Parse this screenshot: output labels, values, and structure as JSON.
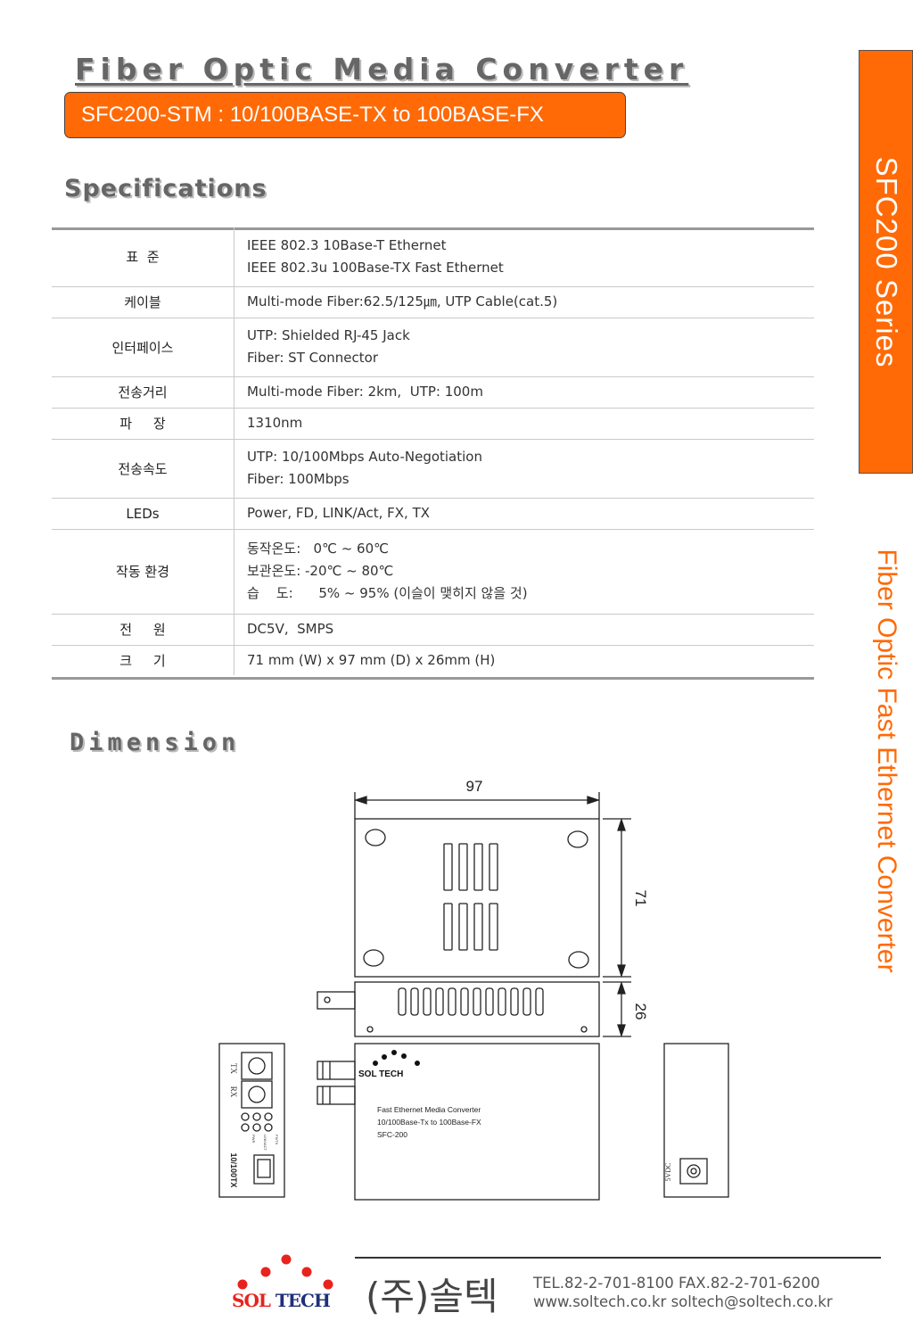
{
  "header": {
    "title": "Fiber Optic Media Converter",
    "model": "SFC200-STM : 10/100BASE-TX to 100BASE-FX"
  },
  "side": {
    "series": "SFC200  Series",
    "product": "Fiber Optic Fast Ethernet Converter"
  },
  "specs": {
    "heading": "Specifications",
    "rows": [
      {
        "label": "표  준",
        "lines": [
          "IEEE 802.3 10Base-T Ethernet",
          "IEEE 802.3u 100Base-TX Fast Ethernet"
        ]
      },
      {
        "label": "케이블",
        "lines": [
          "Multi-mode Fiber:62.5/125㎛, UTP Cable(cat.5)"
        ]
      },
      {
        "label": "인터페이스",
        "lines": [
          "UTP: Shielded RJ-45 Jack",
          "Fiber: ST Connector"
        ]
      },
      {
        "label": "전송거리",
        "lines": [
          "Multi-mode Fiber: 2km,  UTP: 100m"
        ]
      },
      {
        "label": "파     장",
        "lines": [
          "1310nm"
        ]
      },
      {
        "label": "전송속도",
        "lines": [
          "UTP: 10/100Mbps Auto-Negotiation",
          "Fiber: 100Mbps"
        ]
      },
      {
        "label": "LEDs",
        "lines": [
          "Power, FD, LINK/Act, FX, TX"
        ]
      },
      {
        "label": "작동 환경",
        "lines": [
          "동작온도:   0℃ ~ 60℃",
          "보관온도: -20℃ ~ 80℃",
          "습    도:      5% ~ 95% (이슬이 맺히지 않을 것)"
        ]
      },
      {
        "label": "전     원",
        "lines": [
          "DC5V,  SMPS"
        ]
      },
      {
        "label": "크     기",
        "lines": [
          "71 mm (W) x 97 mm (D) x 26mm (H)"
        ]
      }
    ]
  },
  "dimension": {
    "heading": "Dimension",
    "width_label": "97",
    "depth_label": "71",
    "height_label": "26",
    "front_labels": {
      "tx": "TX",
      "rx": "RX",
      "port": "10/100TX",
      "led1": "FX/TX",
      "led2": "LINK/ACT",
      "led3": "PWR"
    },
    "brand": "SOL TECH",
    "product_lines": [
      "Fast Ethernet Media Converter",
      "10/100Base-Tx to 100Base-FX",
      "SFC-200"
    ],
    "power_label": "5VDC"
  },
  "footer": {
    "logo_a": "SOL",
    "logo_b": "TECH",
    "company": "(주)솔텍",
    "contact_line1": "TEL.82-2-701-8100 FAX.82-2-701-6200",
    "contact_line2": "www.soltech.co.kr   soltech@soltech.co.kr"
  },
  "colors": {
    "accent": "#ff6a07",
    "logo_red": "#e8231d",
    "logo_blue": "#1f2f7a"
  }
}
